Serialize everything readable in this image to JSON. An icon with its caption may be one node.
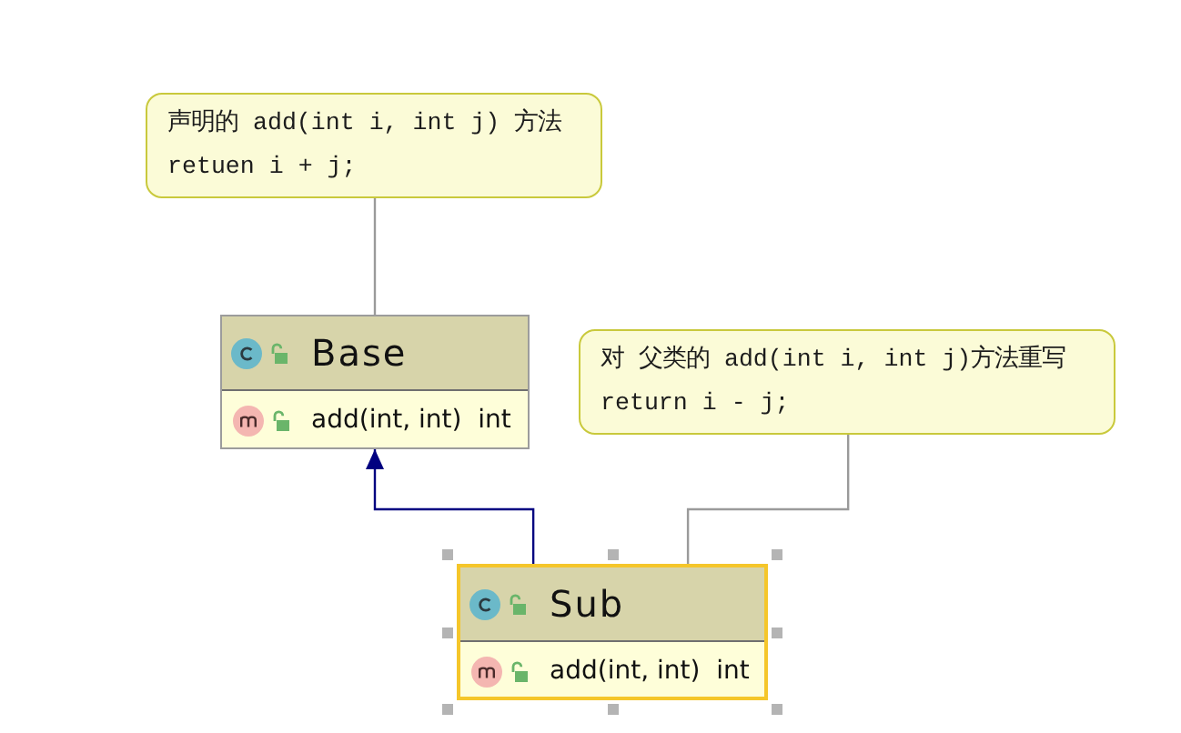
{
  "diagram": {
    "nodes": [
      {
        "text": [
          "声明的 add(int i, int j) 方法",
          "retuen i + j;"
        ]
      },
      {
        "text": [
          "Base",
          "add(int, int)  int"
        ]
      },
      {
        "text": [
          "对 父类的 add(int i, int j)方法重写",
          "return i - j;"
        ]
      },
      {
        "text": [
          "Sub",
          "add(int, int)  int"
        ]
      }
    ],
    "edges": [
      {
        "from": 0,
        "to": 1,
        "arrow": "none"
      },
      {
        "from": 3,
        "to": 1,
        "arrow": "to",
        "color": "#000080"
      },
      {
        "from": 2,
        "to": 3,
        "arrow": "none"
      }
    ]
  }
}
